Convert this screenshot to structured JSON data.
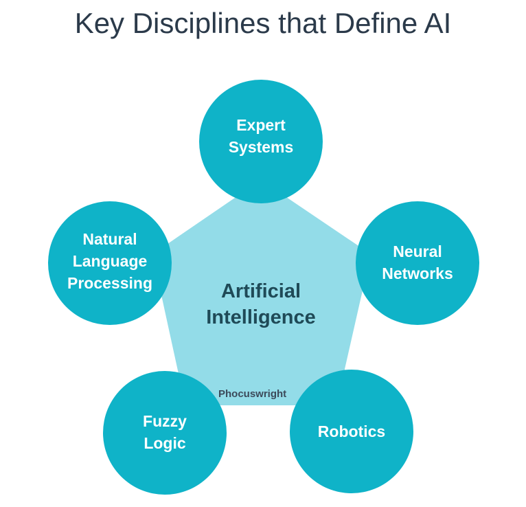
{
  "title": "Key Disciplines that Define AI",
  "center": {
    "line1": "Artificial",
    "line2": "Intelligence"
  },
  "nodes": [
    {
      "line1": "Expert",
      "line2": "Systems"
    },
    {
      "line1": "Neural",
      "line2": "Networks"
    },
    {
      "line1": "Robotics",
      "line2": ""
    },
    {
      "line1": "Fuzzy",
      "line2": "Logic"
    },
    {
      "line1": "Natural",
      "line2": "Language",
      "line3": "Processing"
    }
  ],
  "logo": "Phocuswright",
  "colors": {
    "circle": "#0fb3c8",
    "pentagon": "#93dce8",
    "title": "#2b3a4a"
  }
}
